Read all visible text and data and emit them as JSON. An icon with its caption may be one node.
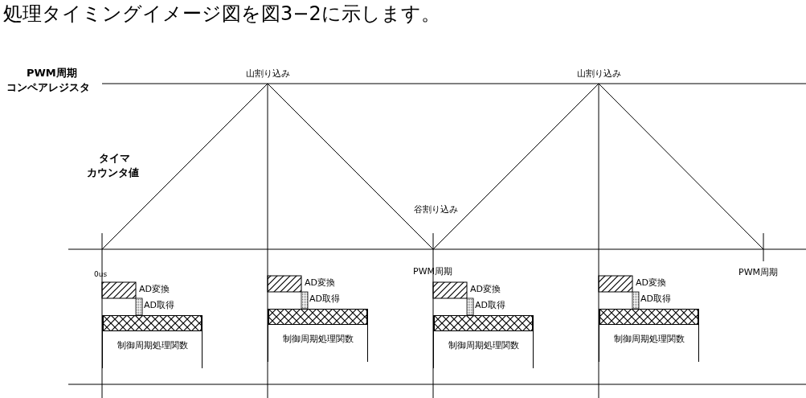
{
  "diagram": {
    "nodes": [
      {
        "text": [
          "制御周期処理関数"
        ]
      },
      {
        "text": [
          "制御周期処理関数"
        ]
      },
      {
        "text": [
          "制御周期処理関数"
        ]
      },
      {
        "text": [
          "制御周期処理関数"
        ]
      }
    ],
    "labels": [
      "処理タイミングイメージ図を図3−2に示します。",
      "PWM周期",
      "山割り込み",
      "コンペアレジスタ",
      "山割り込み",
      "タイマ",
      "カウンタ値",
      "谷割り込み",
      "0us",
      "PWM周期",
      "PWM周期",
      "AD変換",
      "AD変換",
      "AD変換",
      "AD変換",
      "AD取得",
      "AD取得",
      "AD取得",
      "AD取得"
    ]
  }
}
